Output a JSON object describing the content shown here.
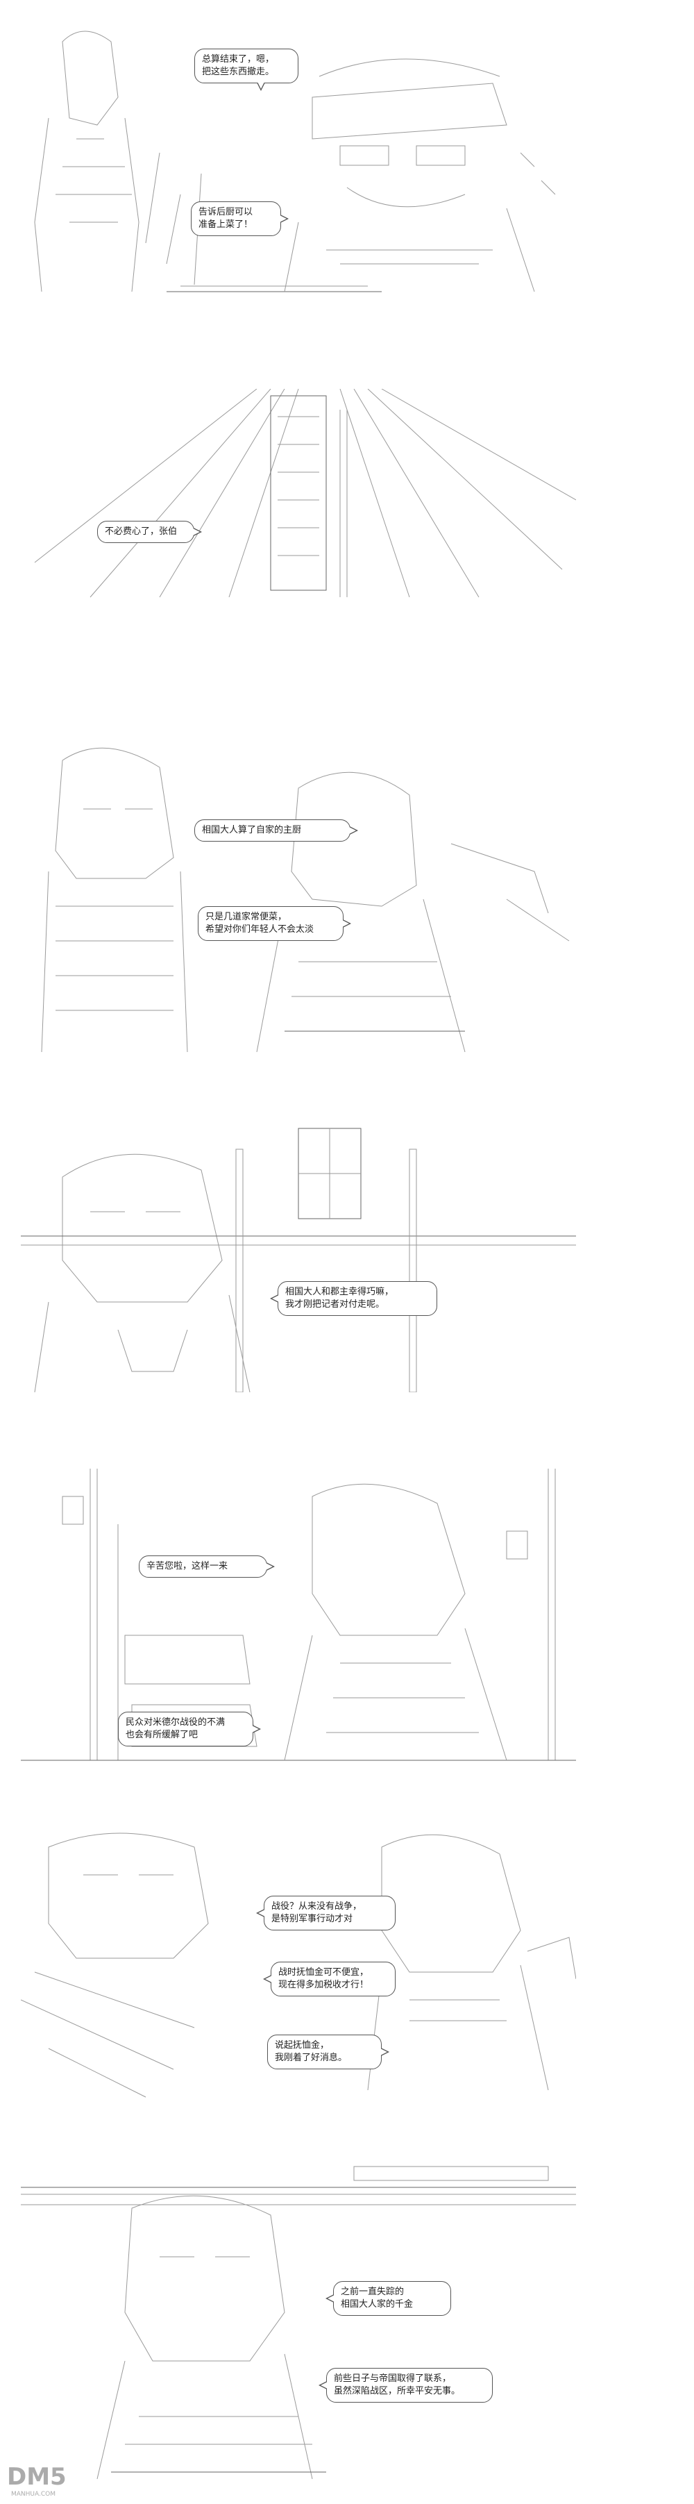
{
  "panels": [
    {
      "bubbles": [
        "总算结束了，嗯，\n把这些东西撤走。",
        "告诉后厨可以\n准备上菜了！"
      ]
    },
    {
      "bubbles": [
        "不必费心了，张伯"
      ]
    },
    {
      "bubbles": [
        "相国大人算了自家的主厨",
        "只是几道家常便菜，\n希望对你们年轻人不会太淡"
      ]
    },
    {
      "bubbles": [
        "相国大人和郡主幸得巧嘛，\n我才刚把记者对付走呢。"
      ]
    },
    {
      "bubbles": [
        "辛苦您啦，这样一来",
        "民众对米德尔战役的不满\n也会有所缓解了吧"
      ]
    },
    {
      "bubbles": [
        "战役？从来没有战争，\n是特别军事行动才对",
        "战时抚恤金可不便宜，\n现在得多加税收才行！",
        "说起抚恤金，\n我刚着了好消息。"
      ]
    },
    {
      "bubbles": [
        "之前一直失踪的\n相国大人家的千金",
        "前些日子与帝国取得了联系，\n虽然深陷战区，所幸平安无事。"
      ]
    }
  ],
  "watermark": {
    "text": "DM5",
    "subtext": "MANHUA.COM"
  }
}
